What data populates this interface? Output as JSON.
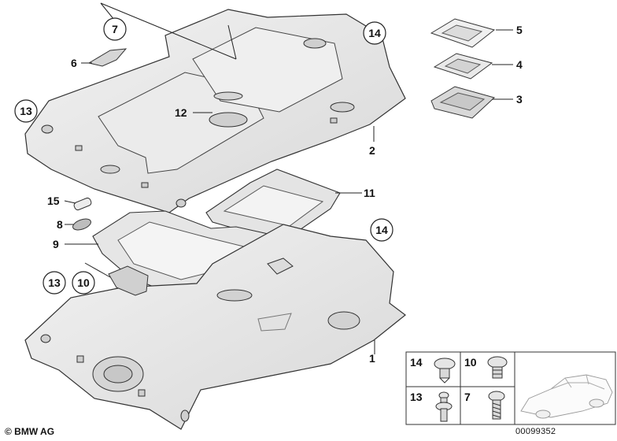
{
  "callouts": {
    "n1": "1",
    "n2": "2",
    "n3": "3",
    "n4": "4",
    "n5": "5",
    "n6": "6",
    "n7": "7",
    "n8": "8",
    "n9": "9",
    "n10": "10",
    "n11": "11",
    "n12": "12",
    "n13": "13",
    "n14": "14",
    "n15": "15"
  },
  "circled": {
    "c7": "7",
    "c13a": "13",
    "c13b": "13",
    "c14a": "14",
    "c14b": "14",
    "c10": "10"
  },
  "legend": {
    "k14": "14",
    "k10": "10",
    "k13": "13",
    "k7": "7"
  },
  "footer": {
    "copyright": "© BMW AG",
    "doc_number": "00099352"
  },
  "colors": {
    "part_fill": "#e6e6e6",
    "part_stroke": "#333333",
    "shadow": "#c9c9c9"
  }
}
